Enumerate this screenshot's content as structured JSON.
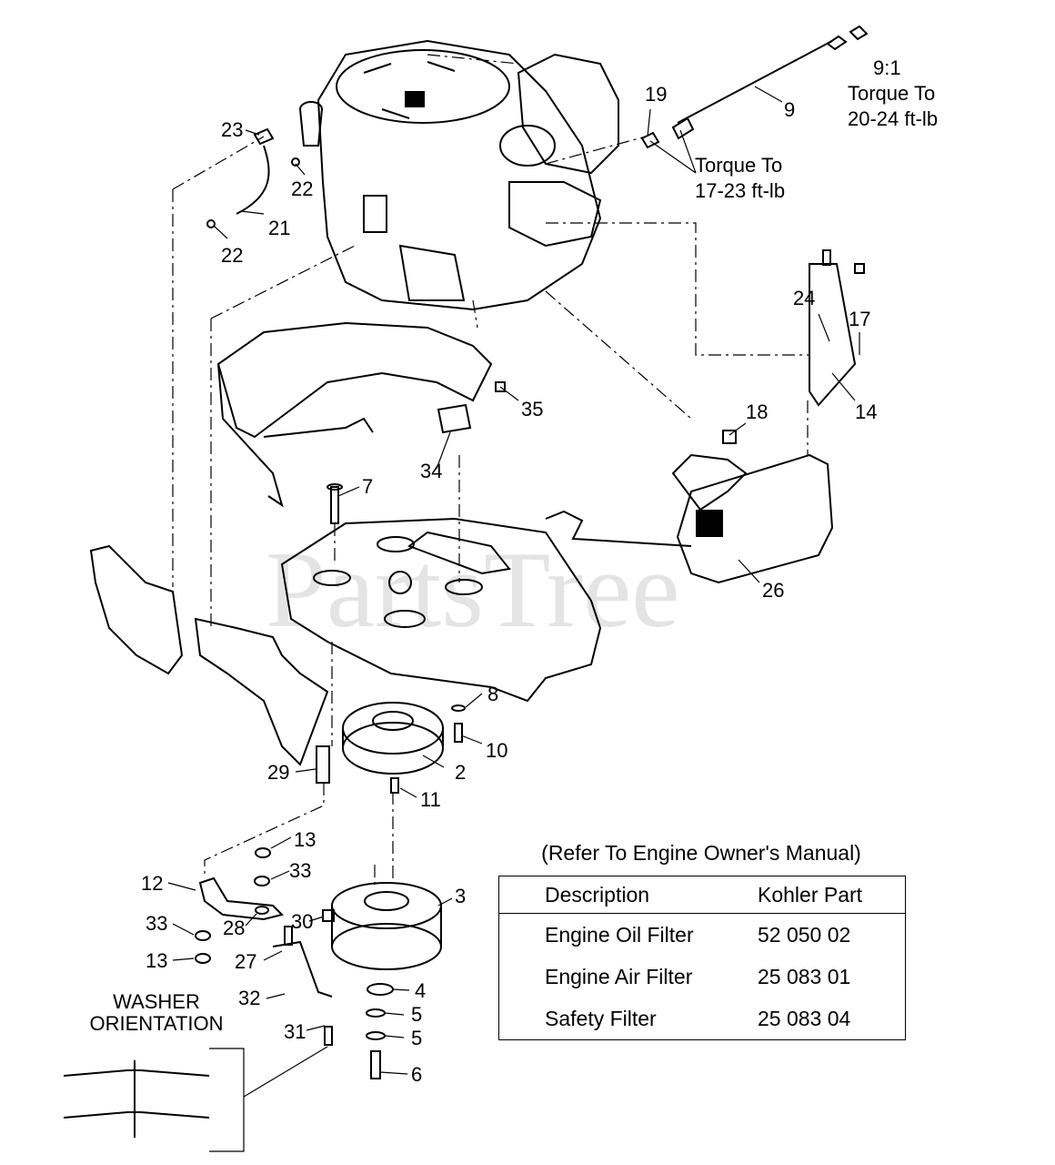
{
  "watermark": "PartsTree",
  "callouts": [
    "2",
    "3",
    "4",
    "5",
    "5",
    "6",
    "7",
    "8",
    "9",
    "10",
    "11",
    "12",
    "13",
    "13",
    "14",
    "17",
    "18",
    "19",
    "21",
    "22",
    "22",
    "23",
    "24",
    "26",
    "27",
    "28",
    "29",
    "30",
    "31",
    "32",
    "33",
    "33",
    "34",
    "35"
  ],
  "notes": {
    "torque_9_line1": "9:1",
    "torque_9_line2": "Torque To",
    "torque_9_line3": "20-24 ft-lb",
    "torque_19_line1": "Torque To",
    "torque_19_line2": "17-23 ft-lb",
    "washer_line1": "WASHER",
    "washer_line2": "ORIENTATION"
  },
  "table": {
    "caption": "(Refer To Engine Owner's Manual)",
    "headers": [
      "Description",
      "Kohler Part"
    ],
    "rows": [
      [
        "Engine Oil Filter",
        "52 050 02"
      ],
      [
        "Engine Air Filter",
        "25 083 01"
      ],
      [
        "Safety Filter",
        "25 083 04"
      ]
    ]
  }
}
